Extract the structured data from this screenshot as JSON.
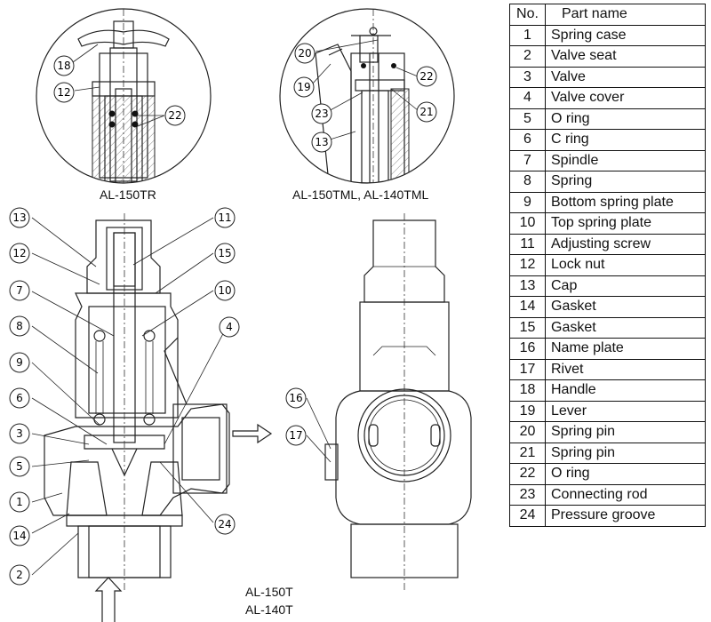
{
  "captions": {
    "detail_tr": "AL-150TR",
    "detail_tml": "AL-150TML, AL-140TML",
    "main_model_1": "AL-150T",
    "main_model_2": "AL-140T"
  },
  "parts_table": {
    "headers": {
      "no": "No.",
      "name": "Part name"
    },
    "rows": [
      {
        "no": "1",
        "name": "Spring case"
      },
      {
        "no": "2",
        "name": "Valve seat"
      },
      {
        "no": "3",
        "name": "Valve"
      },
      {
        "no": "4",
        "name": "Valve cover"
      },
      {
        "no": "5",
        "name": "O ring"
      },
      {
        "no": "6",
        "name": "C ring"
      },
      {
        "no": "7",
        "name": "Spindle"
      },
      {
        "no": "8",
        "name": "Spring"
      },
      {
        "no": "9",
        "name": "Bottom spring plate"
      },
      {
        "no": "10",
        "name": "Top spring plate"
      },
      {
        "no": "11",
        "name": "Adjusting screw"
      },
      {
        "no": "12",
        "name": "Lock nut"
      },
      {
        "no": "13",
        "name": "Cap"
      },
      {
        "no": "14",
        "name": "Gasket"
      },
      {
        "no": "15",
        "name": "Gasket"
      },
      {
        "no": "16",
        "name": "Name plate"
      },
      {
        "no": "17",
        "name": "Rivet"
      },
      {
        "no": "18",
        "name": "Handle"
      },
      {
        "no": "19",
        "name": "Lever"
      },
      {
        "no": "20",
        "name": "Spring pin"
      },
      {
        "no": "21",
        "name": "Spring pin"
      },
      {
        "no": "22",
        "name": "O ring"
      },
      {
        "no": "23",
        "name": "Connecting rod"
      },
      {
        "no": "24",
        "name": "Pressure groove"
      }
    ]
  },
  "callouts": {
    "tr_detail": [
      "18",
      "12",
      "22"
    ],
    "tml_detail": [
      "20",
      "19",
      "23",
      "13",
      "22",
      "21"
    ],
    "main_left": [
      "13",
      "12",
      "7",
      "8",
      "9",
      "6",
      "3",
      "5",
      "1",
      "14",
      "2"
    ],
    "main_right": [
      "11",
      "15",
      "10",
      "4",
      "24"
    ],
    "side_view": [
      "16",
      "17"
    ]
  }
}
